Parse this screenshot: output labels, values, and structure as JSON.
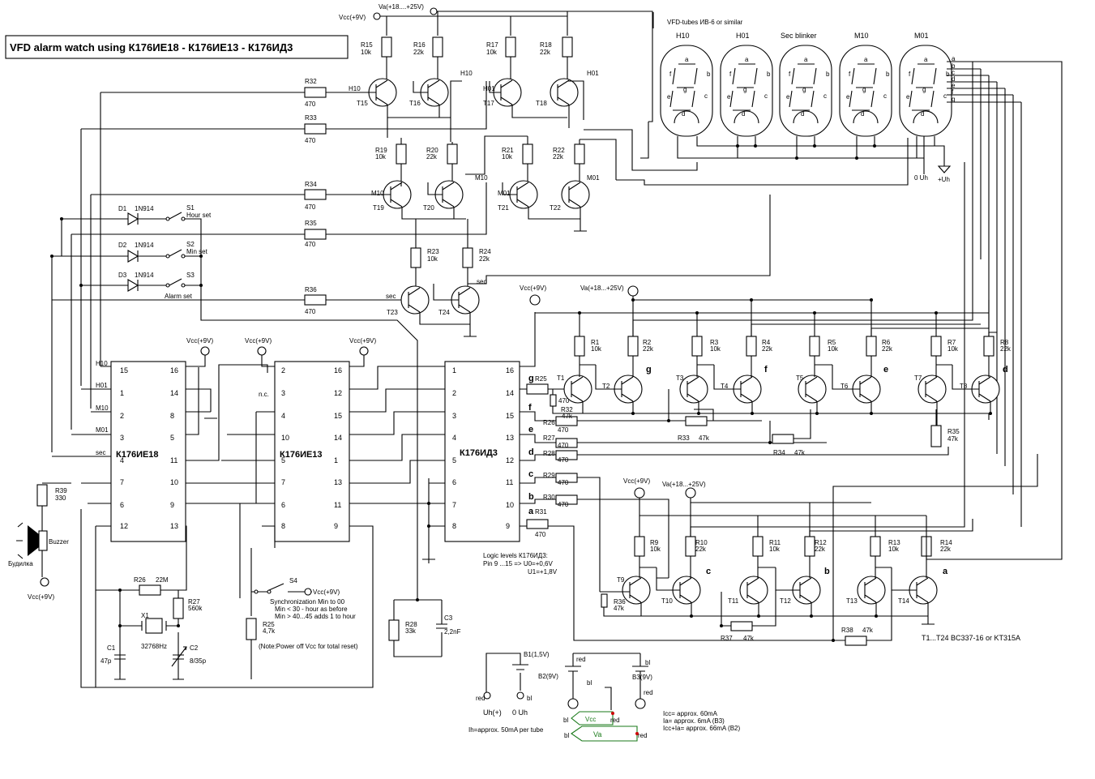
{
  "title": "VFD alarm watch using К176ИЕ18 -  К176ИЕ13 - К176ИД3",
  "tube_header": "VFD-tubes ИВ-6 or similar",
  "tubes": [
    "H10",
    "H01",
    "Sec blinker",
    "M10",
    "M01"
  ],
  "segments": [
    "a",
    "b",
    "c",
    "d",
    "e",
    "f",
    "g"
  ],
  "tube_power": {
    "zero": "0 Uh",
    "plus": "+Uh"
  },
  "chips": [
    {
      "name": "К176ИЕ18",
      "left_pins": [
        "15",
        "1",
        "2",
        "3",
        "4",
        "7",
        "6",
        "12"
      ],
      "right_pins": [
        "16",
        "14",
        "8",
        "5",
        "11",
        "10",
        "9",
        "13"
      ],
      "side_labels": [
        "H10",
        "H01",
        "M10",
        "M01",
        "sec"
      ]
    },
    {
      "name": "К176ИЕ13",
      "left_pins": [
        "2",
        "3",
        "4",
        "10",
        "5",
        "7",
        "6",
        "8"
      ],
      "right_pins": [
        "16",
        "12",
        "15",
        "14",
        "1",
        "13",
        "11",
        "9"
      ],
      "nc_label": "n.c."
    },
    {
      "name": "К176ИД3",
      "left_pins": [
        "1",
        "2",
        "3",
        "4",
        "5",
        "6",
        "7",
        "8"
      ],
      "right_pins": [
        "16",
        "14",
        "15",
        "13",
        "12",
        "11",
        "10",
        "9"
      ]
    }
  ],
  "supply": {
    "vcc": "Vcc(+9V)",
    "va": "Va(+18....+25V)",
    "va_short": "Va(+18...+25V)"
  },
  "resistors": [
    {
      "ref": "R15",
      "val": "10k"
    },
    {
      "ref": "R16",
      "val": "22k"
    },
    {
      "ref": "R17",
      "val": "10k"
    },
    {
      "ref": "R18",
      "val": "22k"
    },
    {
      "ref": "R19",
      "val": "10k"
    },
    {
      "ref": "R20",
      "val": "22k"
    },
    {
      "ref": "R21",
      "val": "10k"
    },
    {
      "ref": "R22",
      "val": "22k"
    },
    {
      "ref": "R23",
      "val": "10k"
    },
    {
      "ref": "R24",
      "val": "22k"
    },
    {
      "ref": "R32",
      "val": "470"
    },
    {
      "ref": "R33",
      "val": "470"
    },
    {
      "ref": "R34",
      "val": "470"
    },
    {
      "ref": "R35",
      "val": "470"
    },
    {
      "ref": "R36",
      "val": "470"
    },
    {
      "ref": "R1",
      "val": "10k"
    },
    {
      "ref": "R2",
      "val": "22k"
    },
    {
      "ref": "R3",
      "val": "10k"
    },
    {
      "ref": "R4",
      "val": "22k"
    },
    {
      "ref": "R5",
      "val": "10k"
    },
    {
      "ref": "R6",
      "val": "22k"
    },
    {
      "ref": "R7",
      "val": "10k"
    },
    {
      "ref": "R8",
      "val": "22k"
    },
    {
      "ref": "R9",
      "val": "10k"
    },
    {
      "ref": "R10",
      "val": "22k"
    },
    {
      "ref": "R11",
      "val": "10k"
    },
    {
      "ref": "R12",
      "val": "22k"
    },
    {
      "ref": "R13",
      "val": "10k"
    },
    {
      "ref": "R14",
      "val": "22k"
    },
    {
      "ref": "R25",
      "val": "470"
    },
    {
      "ref": "R26",
      "val": "470"
    },
    {
      "ref": "R27",
      "val": "470"
    },
    {
      "ref": "R28",
      "val": "470"
    },
    {
      "ref": "R29",
      "val": "470"
    },
    {
      "ref": "R30",
      "val": "470"
    },
    {
      "ref": "R31",
      "val": "470"
    },
    {
      "ref": "R32",
      "val": "47k"
    },
    {
      "ref": "R33",
      "val": "47k"
    },
    {
      "ref": "R34",
      "val": "47k"
    },
    {
      "ref": "R35",
      "val": "47k"
    },
    {
      "ref": "R36",
      "val": "47k"
    },
    {
      "ref": "R37",
      "val": "47k"
    },
    {
      "ref": "R38",
      "val": "47k"
    },
    {
      "ref": "R39",
      "val": "330"
    },
    {
      "ref": "R26",
      "val": "22M"
    },
    {
      "ref": "R27",
      "val": "560k"
    },
    {
      "ref": "R28",
      "val": "33k"
    },
    {
      "ref": "R25",
      "val": "4,7k"
    }
  ],
  "transistors": [
    "T15",
    "T16",
    "T17",
    "T18",
    "T19",
    "T20",
    "T21",
    "T22",
    "T23",
    "T24",
    "T1",
    "T2",
    "T3",
    "T4",
    "T5",
    "T6",
    "T7",
    "T8",
    "T9",
    "T10",
    "T11",
    "T12",
    "T13",
    "T14"
  ],
  "transistor_note": "T1...T24  BC337-16 or KT315A",
  "diodes": [
    {
      "ref": "D1",
      "type": "1N914",
      "switch": "S1",
      "label": "Hour set"
    },
    {
      "ref": "D2",
      "type": "1N914",
      "switch": "S2",
      "label": "Min set"
    },
    {
      "ref": "D3",
      "type": "1N914",
      "switch": "S3",
      "label": "Alarm set"
    }
  ],
  "drive_labels": [
    "H10",
    "H01",
    "H10",
    "H01",
    "M10",
    "M01",
    "M10",
    "M01",
    "sec",
    "sec"
  ],
  "caps": [
    {
      "ref": "C1",
      "val": "47p"
    },
    {
      "ref": "C2",
      "val": "8/35p"
    },
    {
      "ref": "C3",
      "val": "2,2nF"
    }
  ],
  "crystal": {
    "ref": "X1",
    "val": "32768Hz"
  },
  "buzzer": {
    "label": "Buzzer",
    "name": "Будилка"
  },
  "sync": {
    "switch": "S4",
    "lines": [
      "Synchronization Min to 00",
      "Min < 30  - hour as before",
      "Min > 40...45 adds 1 to hour"
    ],
    "note": "(Note:Power off Vcc for  total reset)"
  },
  "logic_levels": [
    "Logic  levels К176ИД3:",
    "Pin 9 ...15 =>  U0=+0,6V",
    "U1=+1,8V"
  ],
  "batteries": [
    {
      "ref": "B1(1,5V)"
    },
    {
      "ref": "B2(9V)"
    },
    {
      "ref": "B3(9V)"
    }
  ],
  "battery_labels": {
    "red": "red",
    "bl": "bl",
    "uh_plus": "Uh(+)",
    "zero_uh": "0 Uh",
    "ih_note": "Ih=approx. 50mA  per tube",
    "vcc": "Vcc",
    "va": "Va"
  },
  "currents": [
    "Icc= approx. 60mA",
    "Ia= approx. 6mA (B3)",
    "Icc+Ia= approx. 66mA (B2)"
  ],
  "colors": {
    "ink": "#000000",
    "green": "#1a7a1a",
    "red": "#cc0000",
    "paper": "#ffffff"
  }
}
